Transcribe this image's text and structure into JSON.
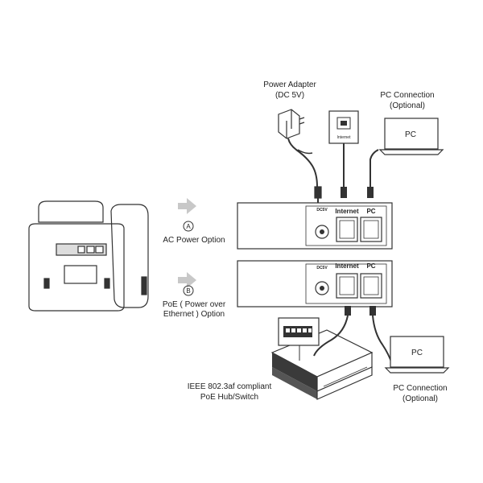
{
  "labels": {
    "power_adapter": "Power Adapter",
    "dc5v_paren": "(DC 5V)",
    "pc_connection": "PC Connection",
    "optional": "(Optional)",
    "ac_power_option": "AC Power Option",
    "poe_line1": "PoE ( Power over",
    "poe_line2": "Ethernet ) Option",
    "ieee_line1": "IEEE 802.3af compliant",
    "ieee_line2": "PoE Hub/Switch",
    "internet_port": "Internet",
    "pc_port": "PC",
    "dc_port": "DC5V",
    "pc_screen": "PC",
    "wall_jack": "Internet",
    "option_a": "A",
    "option_b": "B"
  },
  "colors": {
    "line": "#333333",
    "arrow": "#c8c8c8",
    "hub_dark": "#3a3a3a",
    "panel_fill": "#ffffff"
  }
}
